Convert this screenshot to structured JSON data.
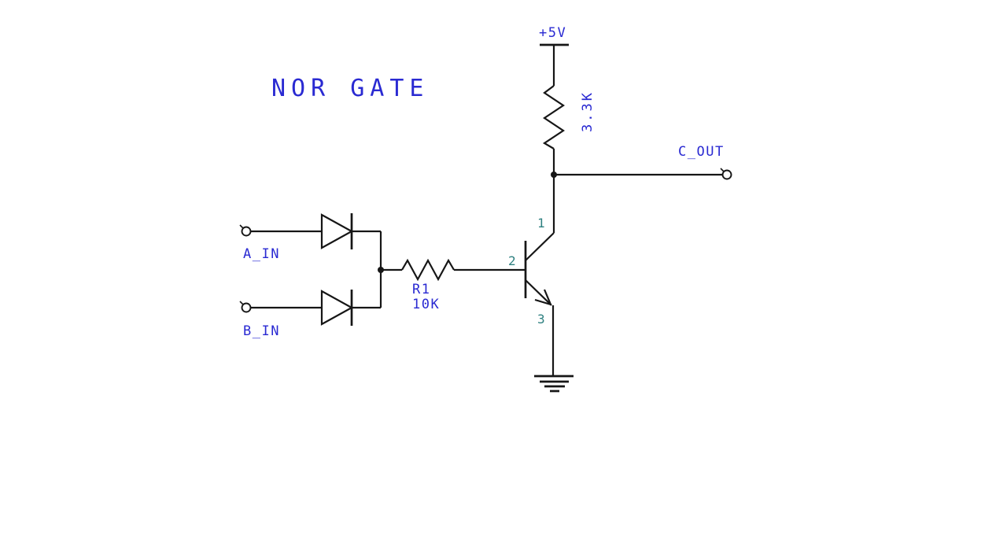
{
  "colors": {
    "background": "#ffffff",
    "label_blue": "#2a2ad2",
    "pin_teal": "#2e8080",
    "wire_black": "#161616"
  },
  "title": "NOR GATE",
  "power_rail": {
    "label": "+5V"
  },
  "resistors": {
    "pullup": {
      "value": "3.3K"
    },
    "base": {
      "name": "R1",
      "value": "10K"
    }
  },
  "terminals": {
    "output": {
      "label": "C_OUT"
    },
    "input_a": {
      "label": "A_IN"
    },
    "input_b": {
      "label": "B_IN"
    }
  },
  "transistor": {
    "pin_collector": "1",
    "pin_base": "2",
    "pin_emitter": "3"
  }
}
